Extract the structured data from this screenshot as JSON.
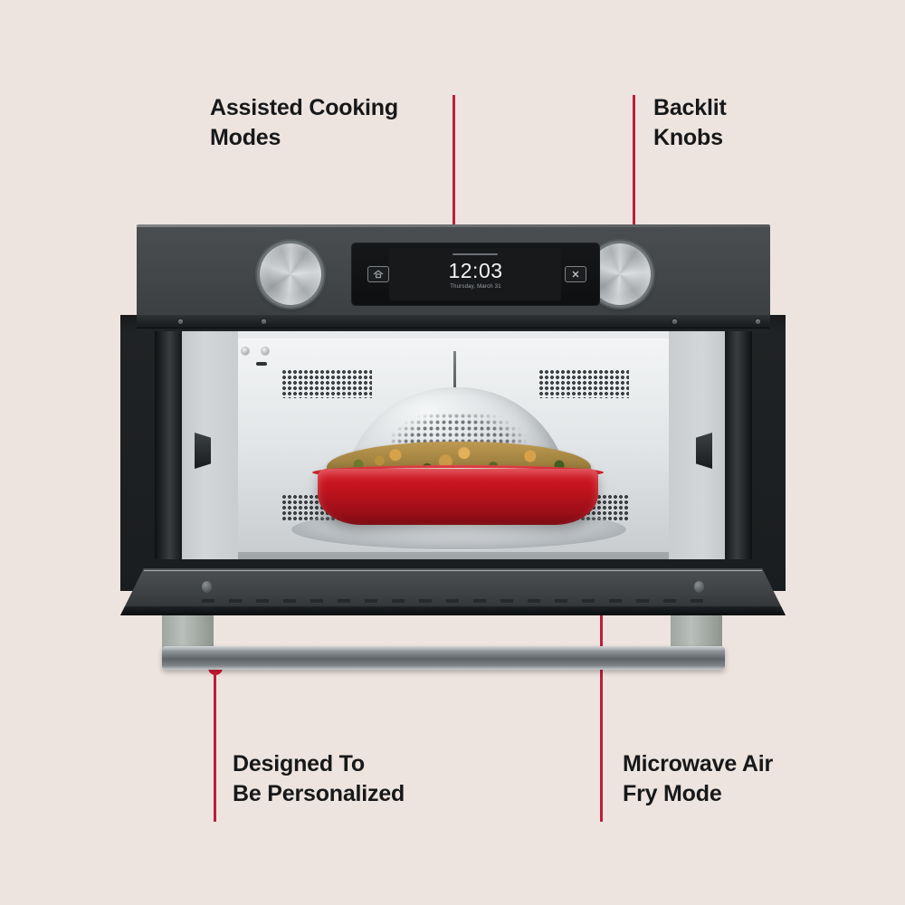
{
  "page": {
    "background_color": "#EDE4DF",
    "accent_color": "#BE1E3C",
    "dot_color": "#D31C32",
    "text_color": "#17181A"
  },
  "callouts": [
    {
      "id": "assisted-cooking-modes",
      "label": "Assisted Cooking\nModes",
      "target": "control-panel-touchscreen"
    },
    {
      "id": "backlit-knobs",
      "label": "Backlit\nKnobs",
      "target": "right-control-knob"
    },
    {
      "id": "designed-to-be-personalized",
      "label": "Designed To\nBe Personalized",
      "target": "oven-door-handle"
    },
    {
      "id": "microwave-air-fry-mode",
      "label": "Microwave Air\nFry Mode",
      "target": "air-fry-dome-cover"
    }
  ],
  "appliance": {
    "type": "built-in combination microwave wall oven",
    "finish_color": "#44484A",
    "cavity_finish": "stainless steel",
    "display": {
      "time": "12:03",
      "date": "Thursday, March 31",
      "home_icon": "home-icon",
      "close_icon": "close-x-icon"
    },
    "knobs": [
      {
        "position": "left",
        "name": "left-control-knob"
      },
      {
        "position": "right",
        "name": "right-control-knob"
      }
    ],
    "cavity_contents": {
      "dish": "red oval casserole dish",
      "dish_color": "#C2131E",
      "food": "roasted vegetable pasta",
      "cover": "perforated air fry dome cover"
    }
  }
}
